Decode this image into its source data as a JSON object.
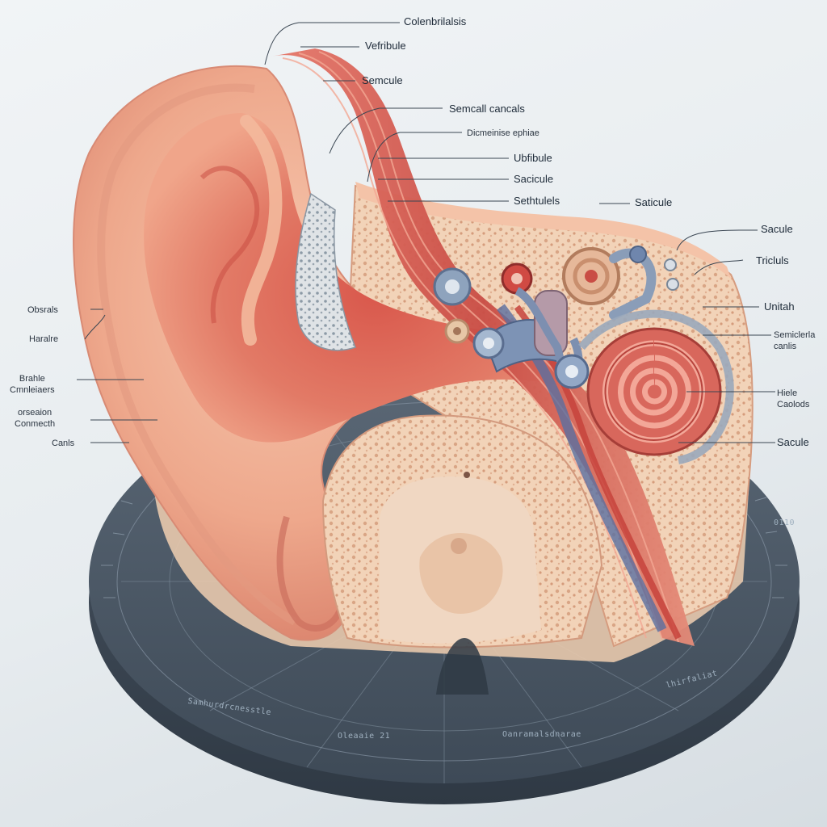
{
  "diagram": {
    "labels_right": [
      {
        "id": "cochlearis",
        "text": "Colenbrilalsis"
      },
      {
        "id": "vestibule",
        "text": "Vefribule"
      },
      {
        "id": "semicircular-top",
        "text": "Semcule"
      },
      {
        "id": "semicircular-canals",
        "text": "Semcall cancals"
      },
      {
        "id": "endolymphatic",
        "text": "Dicmeinise ephiae"
      },
      {
        "id": "utricle",
        "text": "Ubfibule"
      },
      {
        "id": "saccule-a",
        "text": "Sacicule"
      },
      {
        "id": "saccule-b",
        "text": "Sethtulels"
      },
      {
        "id": "saccule-c",
        "text": "Saticule"
      },
      {
        "id": "saccule-d",
        "text": "Sacule"
      },
      {
        "id": "tricule",
        "text": "Tricluls"
      },
      {
        "id": "unitah",
        "text": "Unitah"
      },
      {
        "id": "semicircular-canals-2",
        "text": "Semiclerla\ncanlis"
      },
      {
        "id": "hiele-cochlea",
        "text": "Hiele\nCaolods"
      },
      {
        "id": "saccule-e",
        "text": "Sacule"
      }
    ],
    "labels_left": [
      {
        "id": "ossicles",
        "text": "Obsrals"
      },
      {
        "id": "helix",
        "text": "Haralre"
      },
      {
        "id": "branch",
        "text": "Brahle\nCmnleiaers"
      },
      {
        "id": "connector",
        "text": "orseaion\nConmecth"
      },
      {
        "id": "canals",
        "text": "Canls"
      }
    ],
    "platform_labels": [
      {
        "id": "plat-left",
        "text": "Samhurdrcnesstle"
      },
      {
        "id": "plat-bottom-a",
        "text": "Oleaaie 21"
      },
      {
        "id": "plat-bottom-b",
        "text": "Oanramalsdnarae"
      },
      {
        "id": "plat-right",
        "text": "lhirfaliat"
      },
      {
        "id": "plat-edge",
        "text": "0110"
      }
    ]
  }
}
